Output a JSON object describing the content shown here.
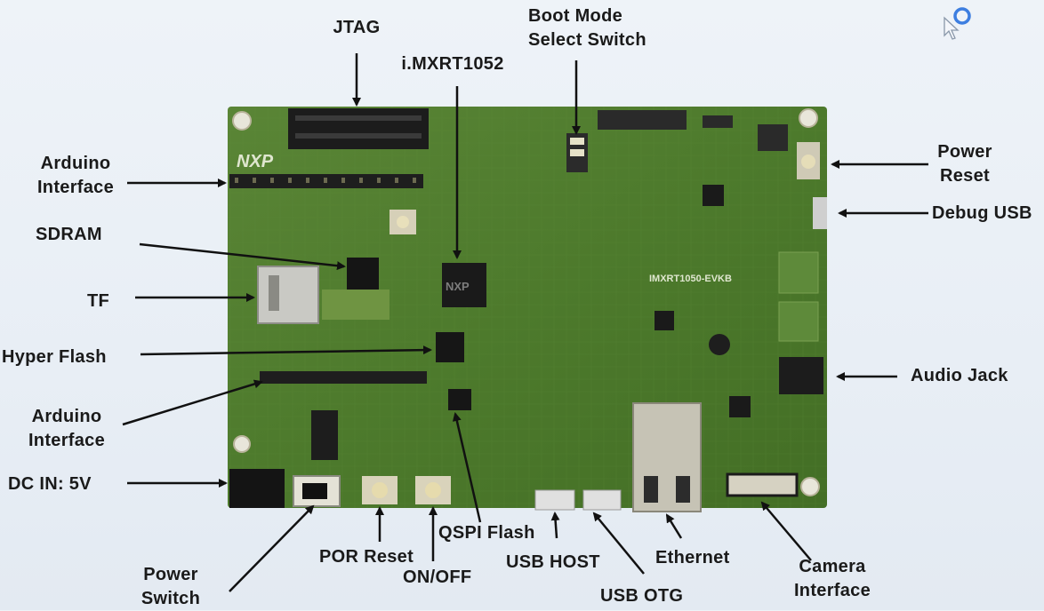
{
  "labels": {
    "jtag": "JTAG",
    "imxrt1052": "i.MXRT1052",
    "boot_mode": "Boot Mode\nSelect Switch",
    "arduino_top": "Arduino\nInterface",
    "sdram": "SDRAM",
    "tf": "TF",
    "hyper_flash": "Hyper Flash",
    "arduino_bottom": "Arduino\nInterface",
    "dc_in": "DC IN: 5V",
    "power_switch": "Power\nSwitch",
    "por_reset": "POR Reset",
    "on_off": "ON/OFF",
    "qspi_flash": "QSPI Flash",
    "usb_host": "USB HOST",
    "usb_otg": "USB OTG",
    "ethernet": "Ethernet",
    "camera": "Camera\nInterface",
    "power_reset": "Power\nReset",
    "debug_usb": "Debug USB",
    "audio_jack": "Audio Jack"
  },
  "board": {
    "brand": "NXP",
    "silk": "IMXRT1050-EVKB",
    "chip_mark": "NXP"
  },
  "colors": {
    "pcb": "#4f7a2e",
    "arrow": "#111111",
    "label": "#1a1a1a"
  }
}
